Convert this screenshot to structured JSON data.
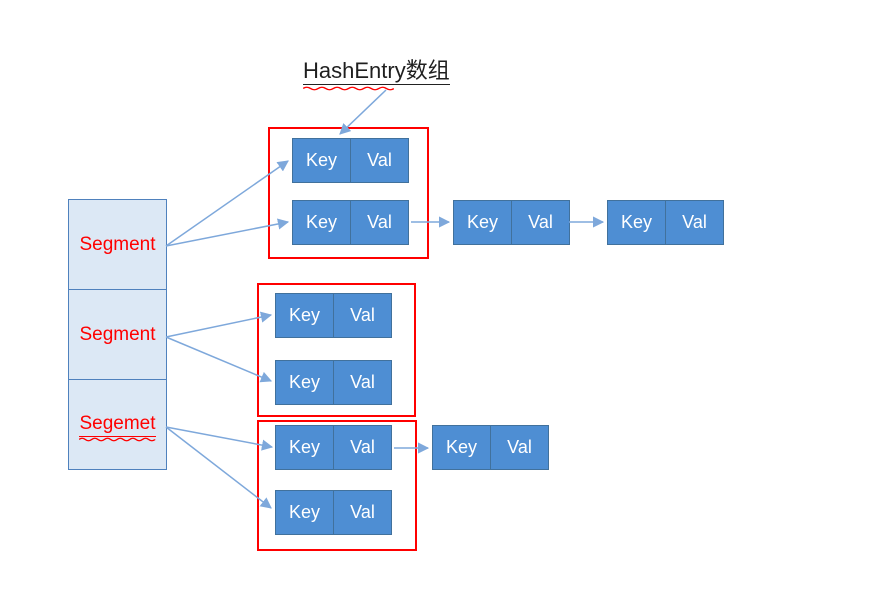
{
  "diagram": {
    "title": "HashEntry数组",
    "segment_column": {
      "items": [
        {
          "label": "Segment",
          "misspelled": false
        },
        {
          "label": "Segment",
          "misspelled": false
        },
        {
          "label": "Segemet",
          "misspelled": true
        }
      ]
    },
    "node": {
      "key_label": "Key",
      "val_label": "Val"
    },
    "groups": [
      {
        "name": "bucket-group-1",
        "node_count": 2,
        "chained_nodes": 2
      },
      {
        "name": "bucket-group-2",
        "node_count": 2,
        "chained_nodes": 0
      },
      {
        "name": "bucket-group-3",
        "node_count": 2,
        "chained_nodes": 1
      }
    ]
  },
  "colors": {
    "node-fill": "#4e8ed3",
    "node-border": "#41719c",
    "segment-fill": "#dce8f5",
    "segment-border": "#4f81bd",
    "group-outline": "#ff0000",
    "label-red": "#ff0000",
    "arrow": "#7ea8db",
    "title-color": "#1f1f1f",
    "node-text": "#ffffff",
    "background": "#ffffff"
  }
}
